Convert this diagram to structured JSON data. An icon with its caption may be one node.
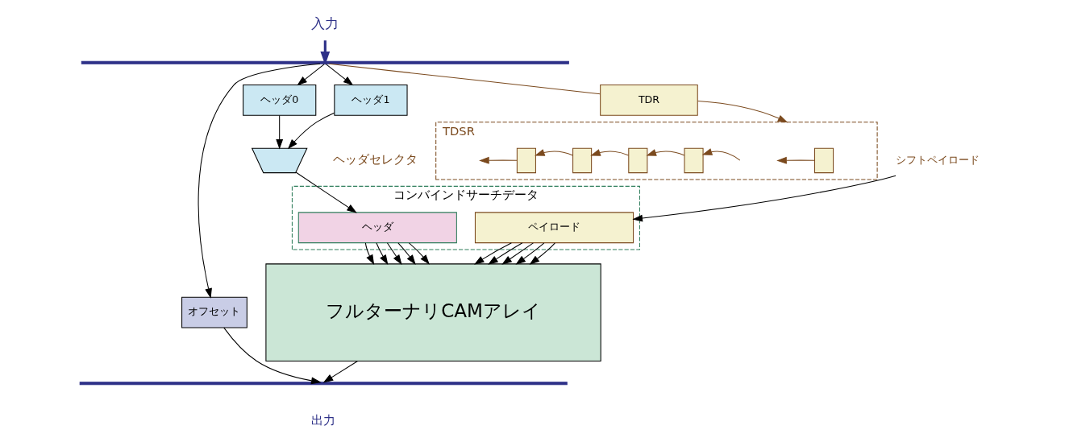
{
  "diagram": {
    "nodes": [
      {
        "text": [
          "入力"
        ]
      },
      {
        "text": [],
        "shape": "bar"
      },
      {
        "text": [
          "TDR"
        ]
      },
      {
        "text": [
          "TDSR"
        ]
      },
      {
        "text": [],
        "shape": "box",
        "in": 3
      },
      {
        "text": [],
        "shape": "box",
        "in": 3
      },
      {
        "text": [],
        "shape": "box",
        "in": 3
      },
      {
        "text": [],
        "shape": "box",
        "in": 3
      },
      {
        "text": [],
        "shape": "box",
        "in": 3
      },
      {
        "text": [
          "ヘッダ0"
        ]
      },
      {
        "text": [
          "ヘッダ1"
        ]
      },
      {
        "text": [],
        "shape": "trapezoid",
        "beside": [
          "ヘッダセレクタ"
        ]
      },
      {
        "text": [
          "シフトペイロード"
        ]
      },
      {
        "text": [
          "コンバインドサーチデータ"
        ]
      },
      {
        "text": [
          "ヘッダ"
        ],
        "in": 13
      },
      {
        "text": [
          "ペイロード"
        ],
        "in": 13
      },
      {
        "text": [
          "オフセット"
        ]
      },
      {
        "text": [
          "フルターナリCAMアレイ"
        ]
      },
      {
        "text": [],
        "shape": "bar",
        "beside": [
          "出力"
        ]
      }
    ],
    "edges": [
      {
        "from": 0,
        "to": 1,
        "arrow": "to",
        "style": "thick",
        "color": "#2e3188"
      },
      {
        "from": 1,
        "to": 16,
        "arrow": "to"
      },
      {
        "from": 1,
        "to": 9,
        "arrow": "to"
      },
      {
        "from": 1,
        "to": 10,
        "arrow": "to"
      },
      {
        "from": 1,
        "to": 2,
        "arrow": "none",
        "color": "#7b4a1e"
      },
      {
        "from": 2,
        "to": 3,
        "arrow": "to",
        "color": "#7b4a1e"
      },
      {
        "from": 4,
        "to": null,
        "arrow": "to",
        "color": "#7b4a1e"
      },
      {
        "from": 5,
        "to": 4,
        "arrow": "to",
        "color": "#7b4a1e"
      },
      {
        "from": 6,
        "to": 5,
        "arrow": "to",
        "color": "#7b4a1e"
      },
      {
        "from": 7,
        "to": 6,
        "arrow": "to",
        "color": "#7b4a1e"
      },
      {
        "from": null,
        "to": 7,
        "arrow": "to",
        "color": "#7b4a1e"
      },
      {
        "from": 8,
        "to": null,
        "arrow": "to",
        "color": "#7b4a1e"
      },
      {
        "from": 9,
        "to": 11,
        "arrow": "to"
      },
      {
        "from": 10,
        "to": 11,
        "arrow": "to"
      },
      {
        "from": 11,
        "to": 14,
        "arrow": "to"
      },
      {
        "from": 12,
        "to": 15,
        "arrow": "to"
      },
      {
        "from": 14,
        "to": 17,
        "arrow": "to"
      },
      {
        "from": 14,
        "to": 17,
        "arrow": "to"
      },
      {
        "from": 14,
        "to": 17,
        "arrow": "to"
      },
      {
        "from": 14,
        "to": 17,
        "arrow": "to"
      },
      {
        "from": 14,
        "to": 17,
        "arrow": "to"
      },
      {
        "from": 15,
        "to": 17,
        "arrow": "to"
      },
      {
        "from": 15,
        "to": 17,
        "arrow": "to"
      },
      {
        "from": 15,
        "to": 17,
        "arrow": "to"
      },
      {
        "from": 15,
        "to": 17,
        "arrow": "to"
      },
      {
        "from": 15,
        "to": 17,
        "arrow": "to"
      },
      {
        "from": 16,
        "to": 18,
        "arrow": "to"
      },
      {
        "from": 17,
        "to": 18,
        "arrow": "to"
      }
    ]
  }
}
